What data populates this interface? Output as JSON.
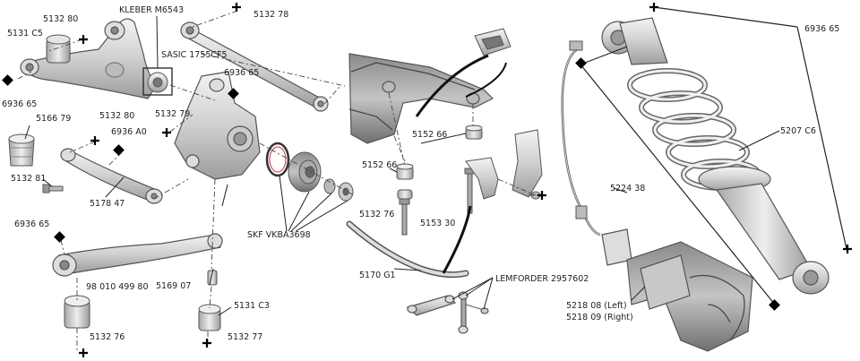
{
  "labels": {
    "p5132_80_top": "5132 80",
    "kleber": "KLEBER M6543",
    "p5132_78": "5132 78",
    "p5131_c5": "5131 C5",
    "sasic": "SASIC 1755CF5",
    "p6936_65_a": "6936 65",
    "p6936_65_b": "6936 65",
    "p5166_79": "5166 79",
    "p5132_80_mid": "5132 80",
    "p5132_79": "5132 79",
    "p6936_a0": "6936 A0",
    "p5132_81": "5132 81",
    "p5178_47": "5178 47",
    "p6936_65_c": "6936 65",
    "skf": "SKF VKBA3698",
    "p5169_07": "5169 07",
    "p98010": "98 010 499 80",
    "p5131_c3": "5131 C3",
    "p5132_76_left": "5132 76",
    "p5132_77": "5132 77",
    "p5152_66_a": "5152 66",
    "p5152_66_b": "5152 66",
    "p5132_76_mid": "5132 76",
    "p5153_30": "5153 30",
    "p5170_g1": "5170 G1",
    "lemforder": "LEMFORDER 2957602",
    "p6936_65_right": "6936 65",
    "p5207_c6": "5207 C6",
    "p5224_38": "5224 38",
    "p5218_08": "5218 08 (Left)",
    "p5218_09": "5218 09 (Right)"
  }
}
